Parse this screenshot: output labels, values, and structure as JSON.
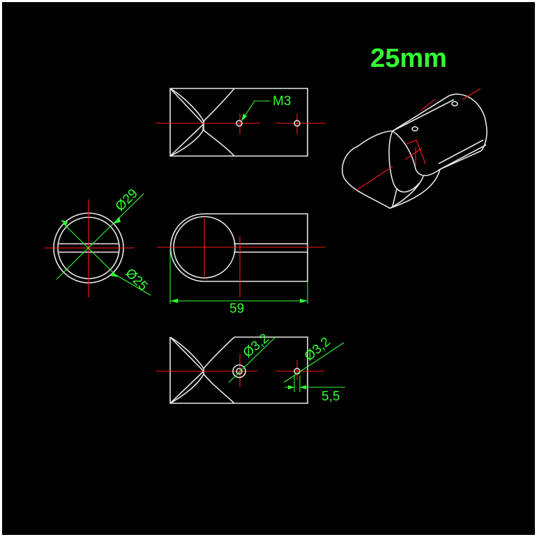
{
  "title": "25mm",
  "labels": {
    "thread": "M3",
    "outer_diameter": "Ø29",
    "inner_diameter": "Ø25",
    "length": "59",
    "hole_left": "Ø3,2",
    "hole_right": "Ø3,2",
    "hole_offset": "5,5"
  },
  "colors": {
    "background": "#000000",
    "outline": "#e8e8e8",
    "centerline": "#ff1a1a",
    "dimension": "#33ff33"
  }
}
